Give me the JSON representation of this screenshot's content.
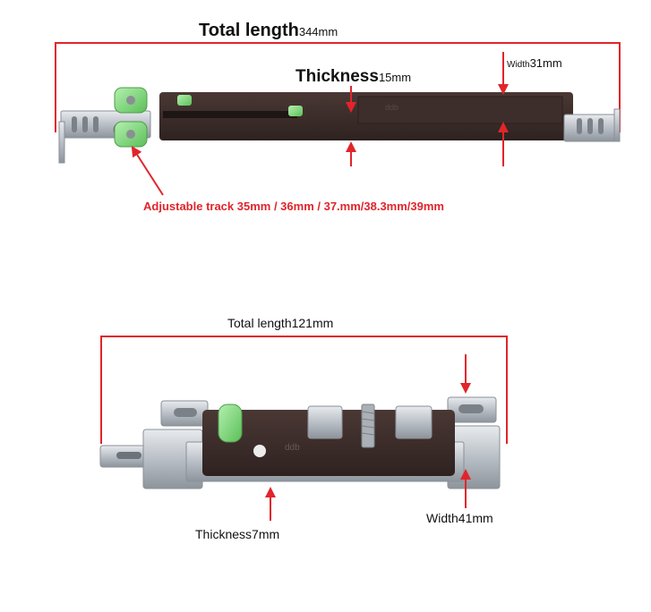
{
  "top_product": {
    "total_length_label": "Total length",
    "total_length_value": "344mm",
    "thickness_label": "Thickness",
    "thickness_value": "15mm",
    "width_label": "Width",
    "width_value": "31mm",
    "adjustable_track_text": "Adjustable track 35mm / 36mm / 37.mm/38.3mm/39mm",
    "body_imprint": "ddb"
  },
  "bottom_product": {
    "total_length_label": "Total length",
    "total_length_value": "121mm",
    "thickness_label": "Thickness",
    "thickness_value": "7mm",
    "width_label": "Width",
    "width_value": "41mm",
    "body_imprint": "ddb"
  },
  "colors": {
    "annotation_red": "#e0252b",
    "body_brown": "#3b2b28",
    "wheel_green": "#7ed27a",
    "metal": "#c9ced4"
  }
}
